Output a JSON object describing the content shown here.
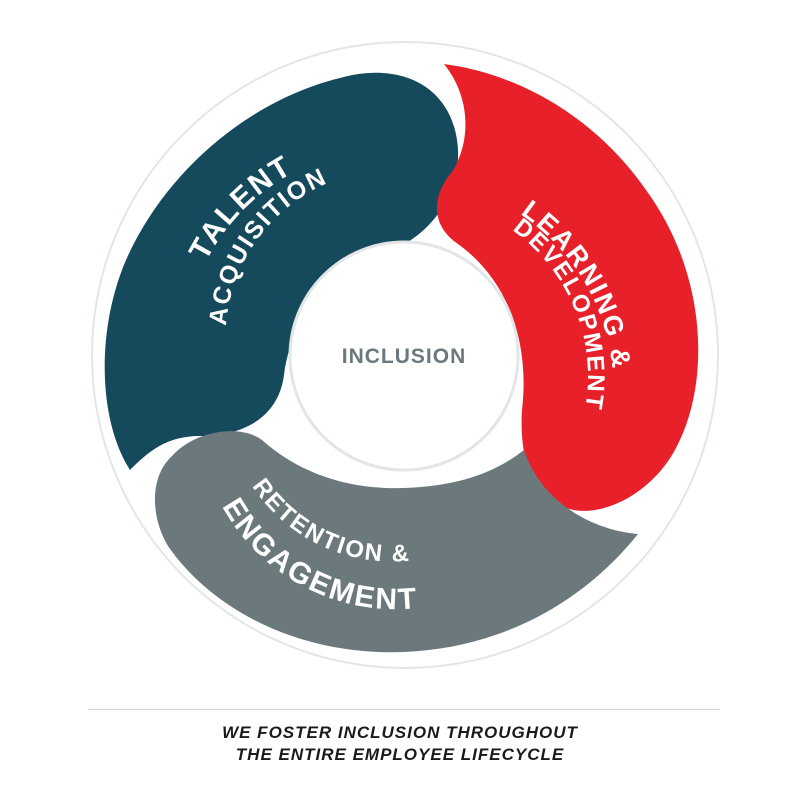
{
  "diagram": {
    "center_label": "INCLUSION",
    "segments": [
      {
        "id": "talent",
        "line1": "TALENT",
        "line2": "ACQUISITION",
        "color": "#15495c"
      },
      {
        "id": "learning",
        "line1": "LEARNING &",
        "line2": "DEVELOPMENT",
        "color": "#e8202a"
      },
      {
        "id": "retention",
        "line1": "RETENTION &",
        "line2": "ENGAGEMENT",
        "color": "#6b797d"
      }
    ],
    "colors": {
      "outline": "#e3e6e7",
      "center_text": "#6b797d"
    }
  },
  "caption": {
    "line1": "WE FOSTER INCLUSION THROUGHOUT",
    "line2": "THE ENTIRE EMPLOYEE LIFECYCLE"
  }
}
